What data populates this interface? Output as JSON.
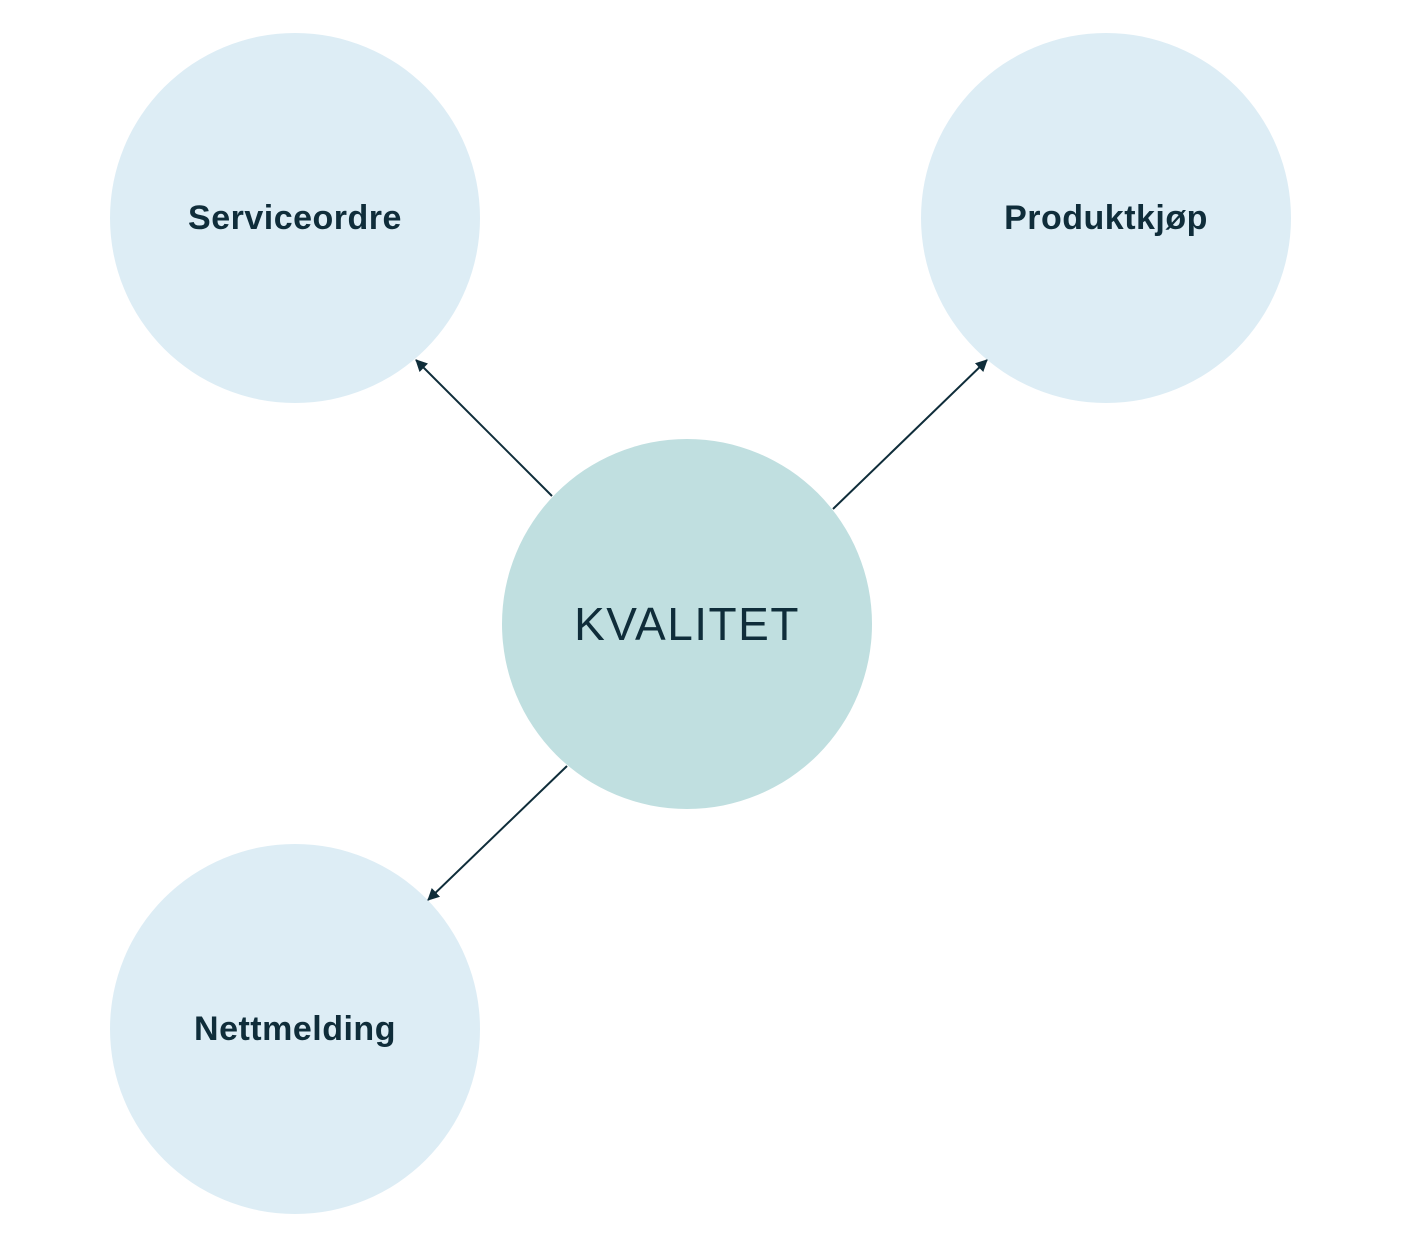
{
  "colors": {
    "background": "#ffffff",
    "outer_node_fill": "#ddedf5",
    "center_node_fill": "#c0dfe0",
    "text": "#0f2d3a",
    "arrow": "#0f2d3a"
  },
  "center": {
    "label": "KVALITET"
  },
  "nodes": [
    {
      "id": "serviceordre",
      "label": "Serviceordre"
    },
    {
      "id": "produktkjop",
      "label": "Produktkjøp"
    },
    {
      "id": "nettmelding",
      "label": "Nettmelding"
    }
  ],
  "edges": [
    {
      "from": "center",
      "to": "serviceordre",
      "arrowhead": "end"
    },
    {
      "from": "center",
      "to": "produktkjop",
      "arrowhead": "end"
    },
    {
      "from": "center",
      "to": "nettmelding",
      "arrowhead": "end"
    }
  ]
}
